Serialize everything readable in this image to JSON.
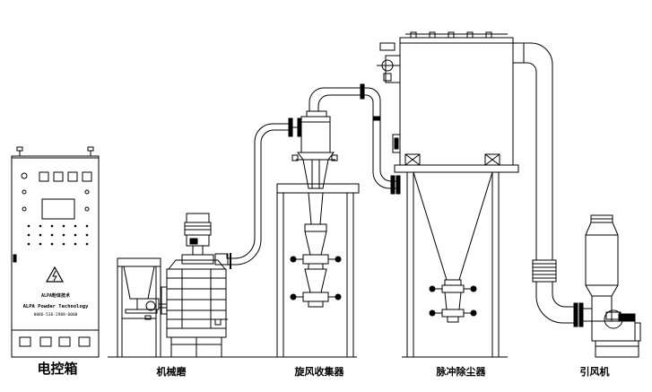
{
  "labels": {
    "control_cabinet": "电控箱",
    "mill": "机械磨",
    "cyclone": "旋风收集器",
    "dust_collector": "脉冲除尘器",
    "fan": "引风机"
  },
  "plate": {
    "company_cn": "ALPA粉体技术",
    "company_en": "ALPA Powder Technology",
    "phone": "0086-536-2988-0000"
  },
  "icons": {
    "warning": "lightning-warning-icon"
  },
  "colors": {
    "line": "#000000",
    "background": "#ffffff"
  }
}
